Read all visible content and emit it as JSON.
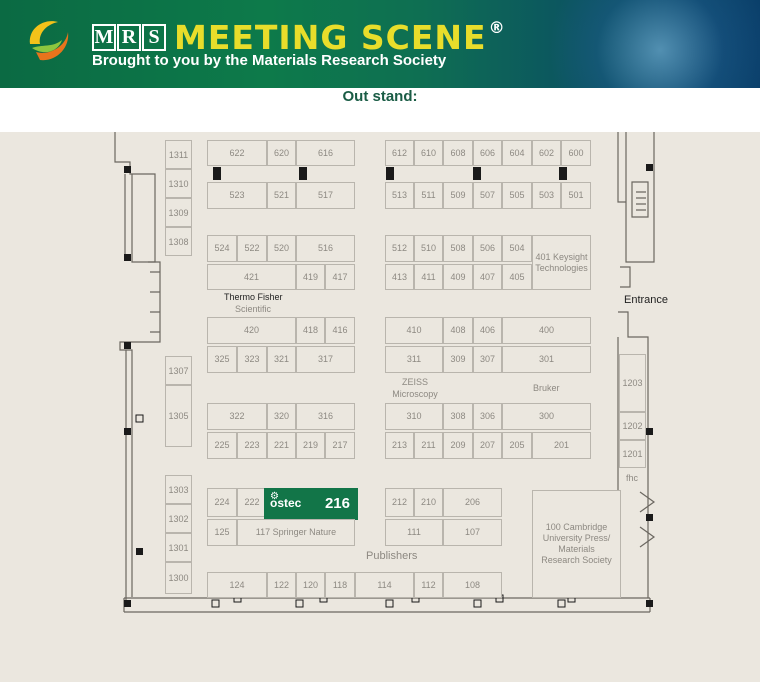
{
  "banner": {
    "org": [
      "M",
      "R",
      "S"
    ],
    "title": "MEETING SCENE",
    "reg_mark": "®",
    "subtitle": "Brought to you by the Materials Research Society"
  },
  "headline": "Out stand:",
  "left_column": [
    "1311",
    "1310",
    "1309",
    "1308",
    "1307",
    "1305",
    "1303",
    "1302",
    "1301",
    "1300"
  ],
  "right_column": [
    "1203",
    "1202",
    "1201"
  ],
  "booths": {
    "r1l": [
      "622",
      "620",
      "616"
    ],
    "r1r": [
      "612",
      "610",
      "608",
      "606",
      "604",
      "602",
      "600"
    ],
    "r2l": [
      "523",
      "521",
      "517"
    ],
    "r2r": [
      "513",
      "511",
      "509",
      "507",
      "505",
      "503",
      "501"
    ],
    "r3l": [
      "524",
      "522",
      "520",
      "516"
    ],
    "r3r": [
      "512",
      "510",
      "508",
      "506",
      "504"
    ],
    "b401": "401 Keysight Technologies",
    "r4l": [
      "421",
      "419",
      "417"
    ],
    "r4r": [
      "413",
      "411",
      "409",
      "407",
      "405"
    ],
    "r5l": [
      "420",
      "418",
      "416"
    ],
    "r5r": [
      "410",
      "408",
      "406",
      "400"
    ],
    "r6l": [
      "325",
      "323",
      "321",
      "317"
    ],
    "r6r": [
      "311",
      "309",
      "307",
      "301"
    ],
    "r7l": [
      "322",
      "320",
      "316"
    ],
    "r7r": [
      "310",
      "308",
      "306",
      "300"
    ],
    "r8l": [
      "225",
      "223",
      "221",
      "219",
      "217"
    ],
    "r8r": [
      "213",
      "211",
      "209",
      "207",
      "205",
      "201"
    ],
    "r9l": [
      "224",
      "222"
    ],
    "r9r": [
      "212",
      "210",
      "206"
    ],
    "r10l": [
      "125",
      "117 Springer Nature"
    ],
    "r10r": [
      "111",
      "107"
    ],
    "b100": "100 Cambridge University Press/ Materials Research Society",
    "bottom": [
      "124",
      "122",
      "120",
      "118",
      "114",
      "112",
      "108"
    ]
  },
  "labels": {
    "thermo": "Thermo Fisher",
    "thermo_sub": "Scientific",
    "zeiss": "ZEISS Microscopy",
    "bruker": "Bruker",
    "publishers": "Publishers",
    "entrance": "Entrance",
    "fhc": "fhc"
  },
  "highlight": {
    "brand": "ostec",
    "booth": "216"
  }
}
